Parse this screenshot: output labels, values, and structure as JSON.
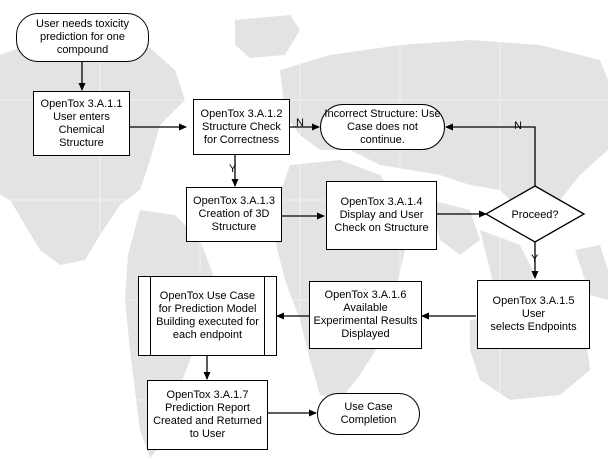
{
  "nodes": {
    "start": "User needs toxicity\nprediction for one\ncompound",
    "step_3a11": "OpenTox 3.A.1.1\nUser enters\nChemical\nStructure",
    "step_3a12": "OpenTox 3.A.1.2\nStructure Check\nfor Correctness",
    "incorrect": "Incorrect Structure: Use\nCase does not continue.",
    "step_3a13": "OpenTox 3.A.1.3\nCreation of 3D\nStructure",
    "step_3a14": "OpenTox 3.A.1.4\nDisplay and User\nCheck on Structure",
    "proceed": "Proceed?",
    "model_building": "OpenTox Use Case\nfor Prediction Model\nBuilding executed for\neach endpoint",
    "step_3a16": "OpenTox 3.A.1.6\nAvailable\nExperimental Results\nDisplayed",
    "step_3a15": "OpenTox 3.A.1.5 User\nselects Endpoints",
    "step_3a17": "OpenTox 3.A.1.7\nPrediction Report\nCreated and Returned\nto User",
    "complete": "Use Case\nCompletion"
  },
  "edge_labels": {
    "check_no": "N",
    "check_yes": "Y",
    "proceed_no": "N",
    "proceed_yes": "Y"
  }
}
